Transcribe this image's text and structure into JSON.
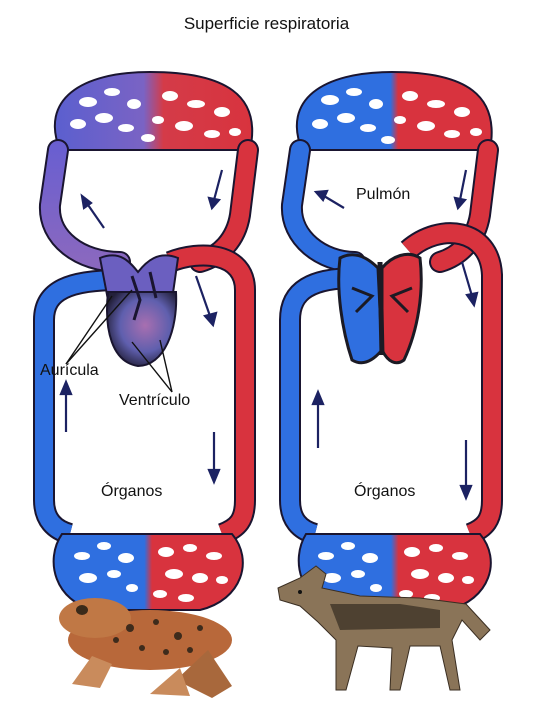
{
  "title": "Superficie respiratoria",
  "labels": {
    "auricula": "Aurícula",
    "ventriculo": "Ventrículo",
    "organos_left": "Órganos",
    "organos_right": "Órganos",
    "pulmon": "Pulmón"
  },
  "colors": {
    "venous": "#2f6fe0",
    "arterial": "#d8333e",
    "mixed": "#8a68bf",
    "vessel_wall": "#1a1530",
    "arrow": "#1c2262",
    "heart_dark": "#1b1a24"
  },
  "illustrations": [
    "toad",
    "jackal"
  ]
}
